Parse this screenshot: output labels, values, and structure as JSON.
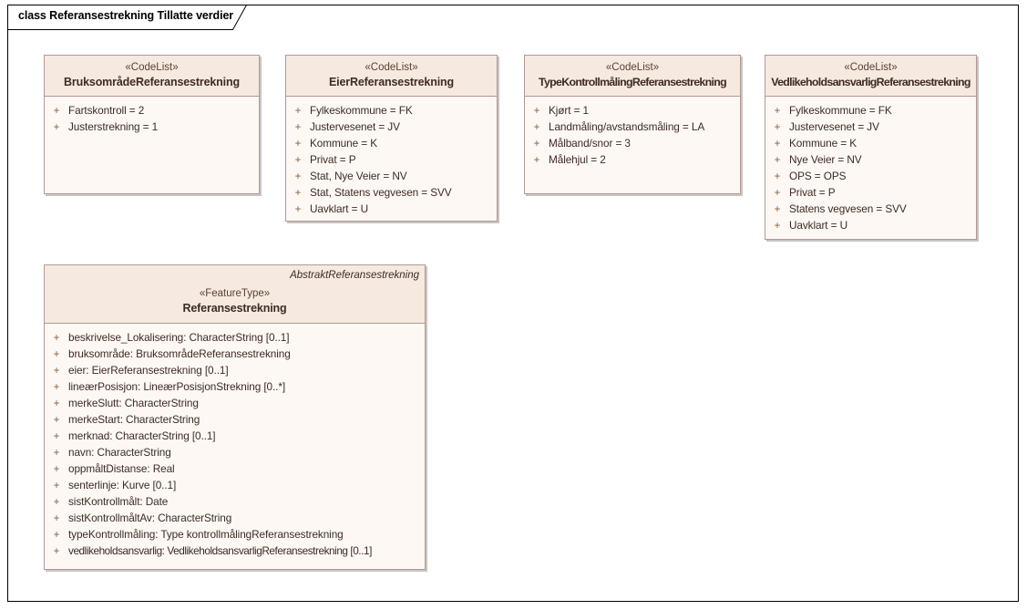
{
  "diagram": {
    "title": "class Referansestrekning Tillatte verdier",
    "colors": {
      "frame_border": "#000000",
      "box_border": "#b09a94",
      "header_fill": "#f6e9df",
      "body_fill": "#fdf8f4",
      "text": "#3d2b24",
      "stereotype_text": "#5a4036",
      "visibility_marker": "#8c5a3a",
      "shadow": "#c8c4c4"
    },
    "classes": [
      {
        "id": "bruksomrade",
        "stereotype": "«CodeList»",
        "name": "BruksområdeReferansestrekning",
        "parent": "",
        "attributes": [
          {
            "visibility": "+",
            "text": "Fartskontroll = 2"
          },
          {
            "visibility": "+",
            "text": "Justerstrekning = 1"
          }
        ]
      },
      {
        "id": "eier",
        "stereotype": "«CodeList»",
        "name": "EierReferansestrekning",
        "parent": "",
        "attributes": [
          {
            "visibility": "+",
            "text": "Fylkeskommune = FK"
          },
          {
            "visibility": "+",
            "text": "Justervesenet = JV"
          },
          {
            "visibility": "+",
            "text": "Kommune = K"
          },
          {
            "visibility": "+",
            "text": "Privat = P"
          },
          {
            "visibility": "+",
            "text": "Stat, Nye Veier = NV"
          },
          {
            "visibility": "+",
            "text": "Stat, Statens vegvesen = SVV"
          },
          {
            "visibility": "+",
            "text": "Uavklart = U"
          }
        ]
      },
      {
        "id": "typekontroll",
        "stereotype": "«CodeList»",
        "name": "TypeKontrollmålingReferansestrekning",
        "parent": "",
        "attributes": [
          {
            "visibility": "+",
            "text": "Kjørt = 1"
          },
          {
            "visibility": "+",
            "text": "Landmåling/avstandsmåling = LA"
          },
          {
            "visibility": "+",
            "text": "Målband/snor = 3"
          },
          {
            "visibility": "+",
            "text": "Målehjul = 2"
          }
        ]
      },
      {
        "id": "vedlikehold",
        "stereotype": "«CodeList»",
        "name": "VedlikeholdsansvarligReferansestrekning",
        "parent": "",
        "attributes": [
          {
            "visibility": "+",
            "text": "Fylkeskommune = FK"
          },
          {
            "visibility": "+",
            "text": "Justervesenet = JV"
          },
          {
            "visibility": "+",
            "text": "Kommune = K"
          },
          {
            "visibility": "+",
            "text": "Nye Veier = NV"
          },
          {
            "visibility": "+",
            "text": "OPS = OPS"
          },
          {
            "visibility": "+",
            "text": "Privat = P"
          },
          {
            "visibility": "+",
            "text": "Statens vegvesen = SVV"
          },
          {
            "visibility": "+",
            "text": "Uavklart = U"
          }
        ]
      },
      {
        "id": "referansestrekning",
        "stereotype": "«FeatureType»",
        "name": "Referansestrekning",
        "parent": "AbstraktReferansestrekning",
        "attributes": [
          {
            "visibility": "+",
            "text": "beskrivelse_Lokalisering: CharacterString [0..1]"
          },
          {
            "visibility": "+",
            "text": "bruksområde: BruksområdeReferansestrekning"
          },
          {
            "visibility": "+",
            "text": "eier: EierReferansestrekning [0..1]"
          },
          {
            "visibility": "+",
            "text": "lineærPosisjon: LineærPosisjonStrekning [0..*]"
          },
          {
            "visibility": "+",
            "text": "merkeSlutt: CharacterString"
          },
          {
            "visibility": "+",
            "text": "merkeStart: CharacterString"
          },
          {
            "visibility": "+",
            "text": "merknad: CharacterString [0..1]"
          },
          {
            "visibility": "+",
            "text": "navn: CharacterString"
          },
          {
            "visibility": "+",
            "text": "oppmåltDistanse: Real"
          },
          {
            "visibility": "+",
            "text": "senterlinje: Kurve [0..1]"
          },
          {
            "visibility": "+",
            "text": "sistKontrollmålt: Date"
          },
          {
            "visibility": "+",
            "text": "sistKontrollmåltAv: CharacterString"
          },
          {
            "visibility": "+",
            "text": "typeKontrollmåling: Type kontrollmålingReferansestrekning"
          },
          {
            "visibility": "+",
            "text": "vedlikeholdsansvarlig: VedlikeholdsansvarligReferansestrekning [0..1]"
          }
        ]
      }
    ]
  }
}
